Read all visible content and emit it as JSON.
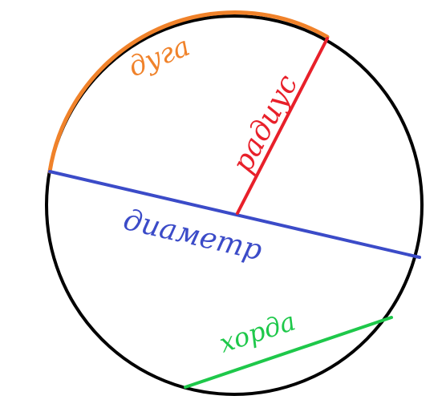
{
  "labels": {
    "arc": "дуга",
    "radius": "радиус",
    "diameter": "диаметр",
    "chord": "хорда"
  },
  "colors": {
    "circle": "#000000",
    "arc": "#f0822a",
    "radius": "#e8202a",
    "diameter": "#3b4bc8",
    "chord": "#1ec84a",
    "background": "#ffffff"
  }
}
